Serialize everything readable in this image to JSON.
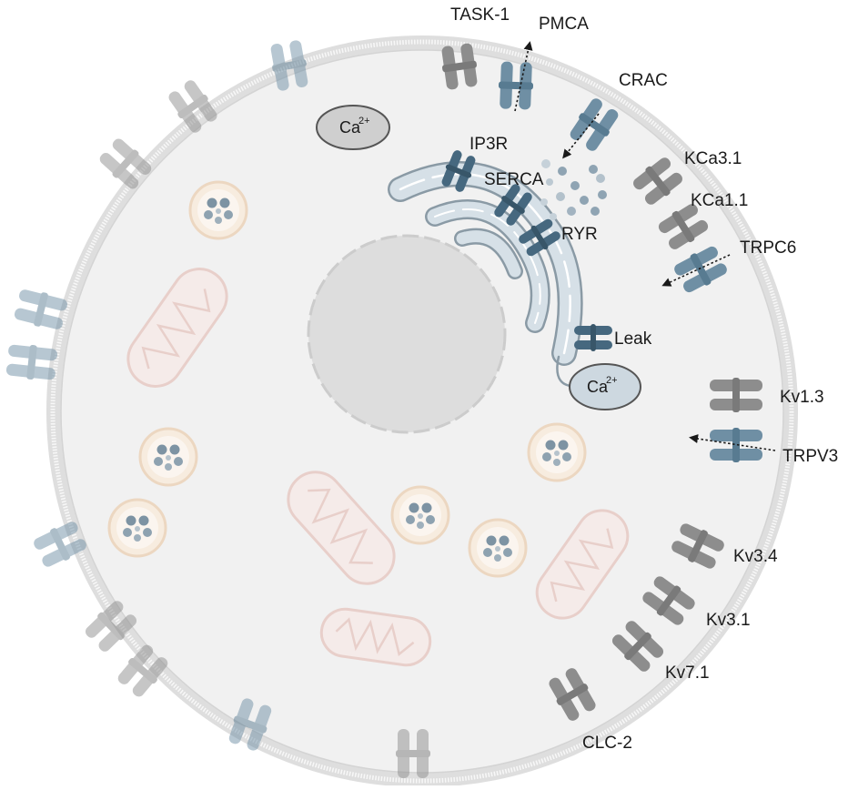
{
  "colors": {
    "blue_channel": "#6f8fa4",
    "blue_channel_dark": "#46687f",
    "grey_channel": "#8c8c8c",
    "membrane": "#cfcfcf",
    "cytoplasm": "#f1f1f1",
    "nucleus": "#dcdcdc",
    "mitochondria": "#e9cdc8",
    "vesicle": "#f3e2cf",
    "er": "#d3dde5"
  },
  "labels": {
    "task1": "TASK-1",
    "pmca": "PMCA",
    "crac": "CRAC",
    "ip3r": "IP3R",
    "serca": "SERCA",
    "ryr": "RYR",
    "kca31": "KCa3.1",
    "kca11": "KCa1.1",
    "trpc6": "TRPC6",
    "leak": "Leak",
    "kv13": "Kv1.3",
    "trpv3": "TRPV3",
    "kv34": "Kv3.4",
    "kv31": "Kv3.1",
    "kv71": "Kv7.1",
    "clc2": "CLC-2"
  },
  "calcium_badges": [
    {
      "id": "cytosolic",
      "base": "Ca",
      "sup": "2+"
    },
    {
      "id": "er-store",
      "base": "Ca",
      "sup": "2+"
    }
  ]
}
